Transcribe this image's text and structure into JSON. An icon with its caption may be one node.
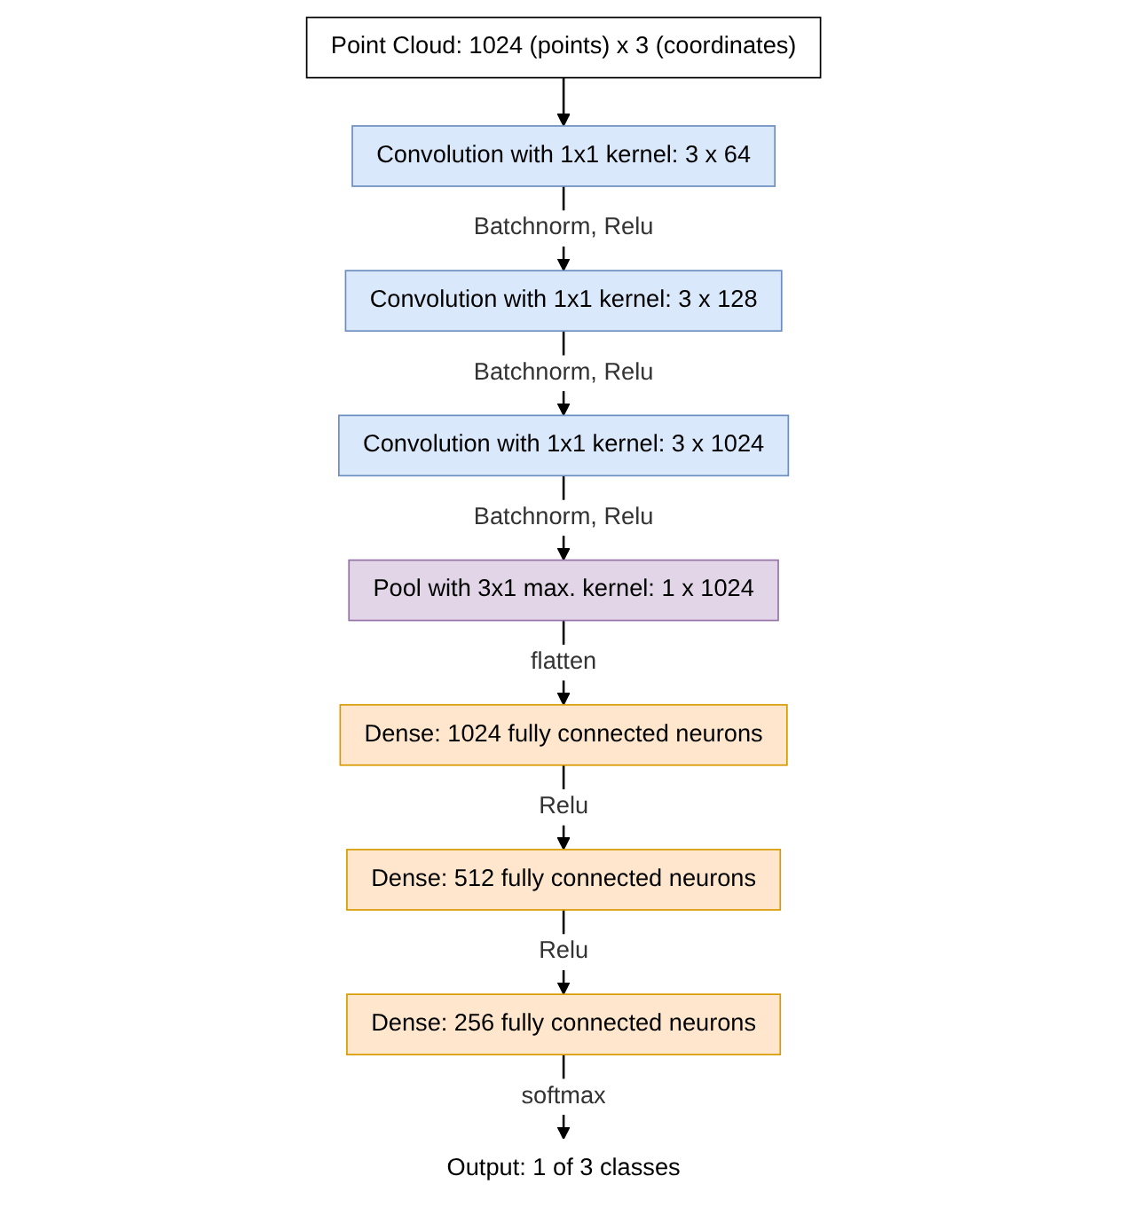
{
  "diagram": {
    "nodes": [
      {
        "text": [
          "Point Cloud: 1024 (points) x 3 (coordinates)"
        ]
      },
      {
        "text": [
          "Convolution with 1x1 kernel: 3 x 64"
        ]
      },
      {
        "text": [
          "Convolution with 1x1 kernel: 3 x 128"
        ]
      },
      {
        "text": [
          "Convolution with 1x1 kernel: 3 x 1024"
        ]
      },
      {
        "text": [
          "Pool with 3x1 max. kernel: 1 x 1024"
        ]
      },
      {
        "text": [
          "Dense: 1024 fully connected neurons"
        ]
      },
      {
        "text": [
          "Dense: 512 fully connected neurons"
        ]
      },
      {
        "text": [
          "Dense: 256 fully connected neurons"
        ]
      },
      {
        "text": [
          "Output: 1 of 3 classes"
        ]
      }
    ],
    "edges": [
      {
        "from": 0,
        "to": 1,
        "arrow": "to"
      },
      {
        "from": 1,
        "to": 2,
        "arrow": "to",
        "label": "Batchnorm, Relu"
      },
      {
        "from": 2,
        "to": 3,
        "arrow": "to",
        "label": "Batchnorm, Relu"
      },
      {
        "from": 3,
        "to": 4,
        "arrow": "to",
        "label": "Batchnorm, Relu"
      },
      {
        "from": 4,
        "to": 5,
        "arrow": "to",
        "label": "flatten"
      },
      {
        "from": 5,
        "to": 6,
        "arrow": "to",
        "label": "Relu"
      },
      {
        "from": 6,
        "to": 7,
        "arrow": "to",
        "label": "Relu"
      },
      {
        "from": 7,
        "to": 8,
        "arrow": "to",
        "label": "softmax"
      }
    ]
  }
}
